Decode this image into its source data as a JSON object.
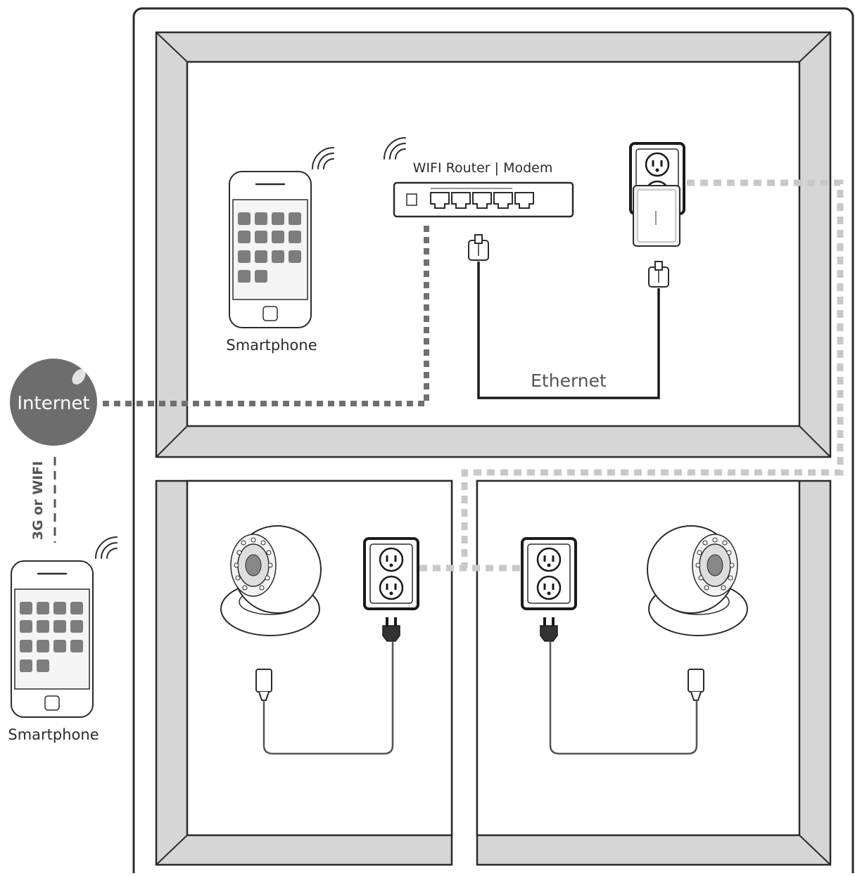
{
  "labels": {
    "internet": "Internet",
    "router": "WIFI Router | Modem",
    "ethernet": "Ethernet",
    "smartphone_home": "Smartphone",
    "smartphone_remote": "Smartphone",
    "remote_link": "3G or WIFI"
  },
  "colors": {
    "outline": "#2b2b2b",
    "frame_fill": "#d6d6d6",
    "internet_fill": "#6d6d6d",
    "dotted_dark": "#6f6f6f",
    "dotted_light": "#c8c8c8",
    "app_tile": "#7d7d7d"
  }
}
